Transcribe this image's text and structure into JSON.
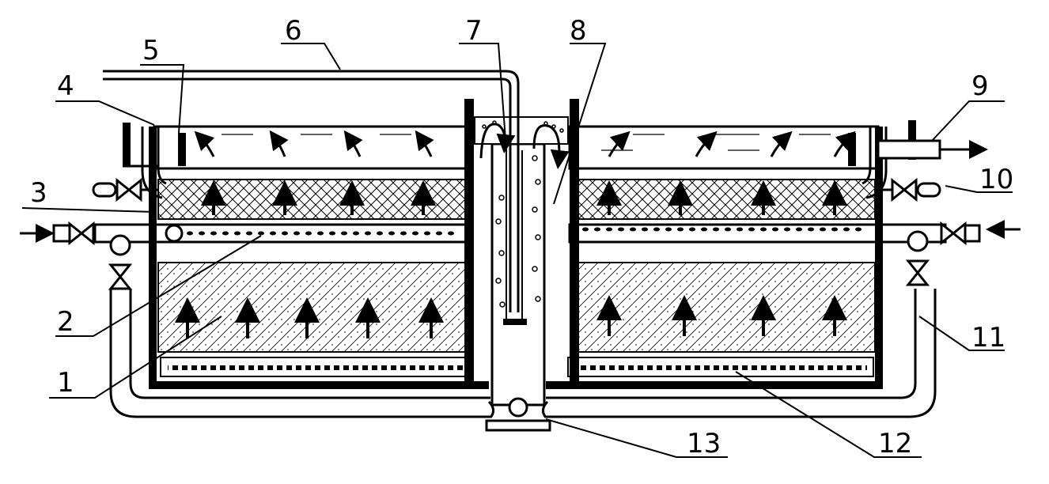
{
  "diagram": {
    "labels": {
      "l1": "1",
      "l2": "2",
      "l3": "3",
      "l4": "4",
      "l5": "5",
      "l6": "6",
      "l7": "7",
      "l8": "8",
      "l9": "9",
      "l10": "10",
      "l11": "11",
      "l12": "12",
      "l13": "13"
    },
    "colors": {
      "stroke": "#000000",
      "background": "#ffffff"
    }
  }
}
